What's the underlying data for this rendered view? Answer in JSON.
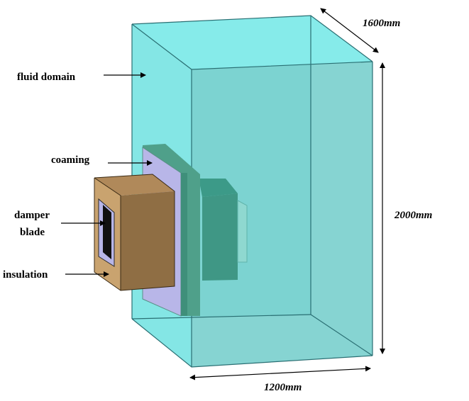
{
  "labels": {
    "fluid_domain": "fluid domain",
    "coaming": "coaming",
    "damper_line1": "damper",
    "damper_line2": "blade",
    "insulation": "insulation"
  },
  "dimensions": {
    "depth": "1600mm",
    "height": "2000mm",
    "width": "1200mm"
  },
  "colors": {
    "fluid_light": "#8ff0ef",
    "fluid_front": "#7ccfcd",
    "coaming_face": "#b8b6e8",
    "coaming_edge": "#4fa08a",
    "insulation_front": "#8f6e44",
    "insulation_side": "#c9a36f",
    "damper_blade": "#111111"
  }
}
